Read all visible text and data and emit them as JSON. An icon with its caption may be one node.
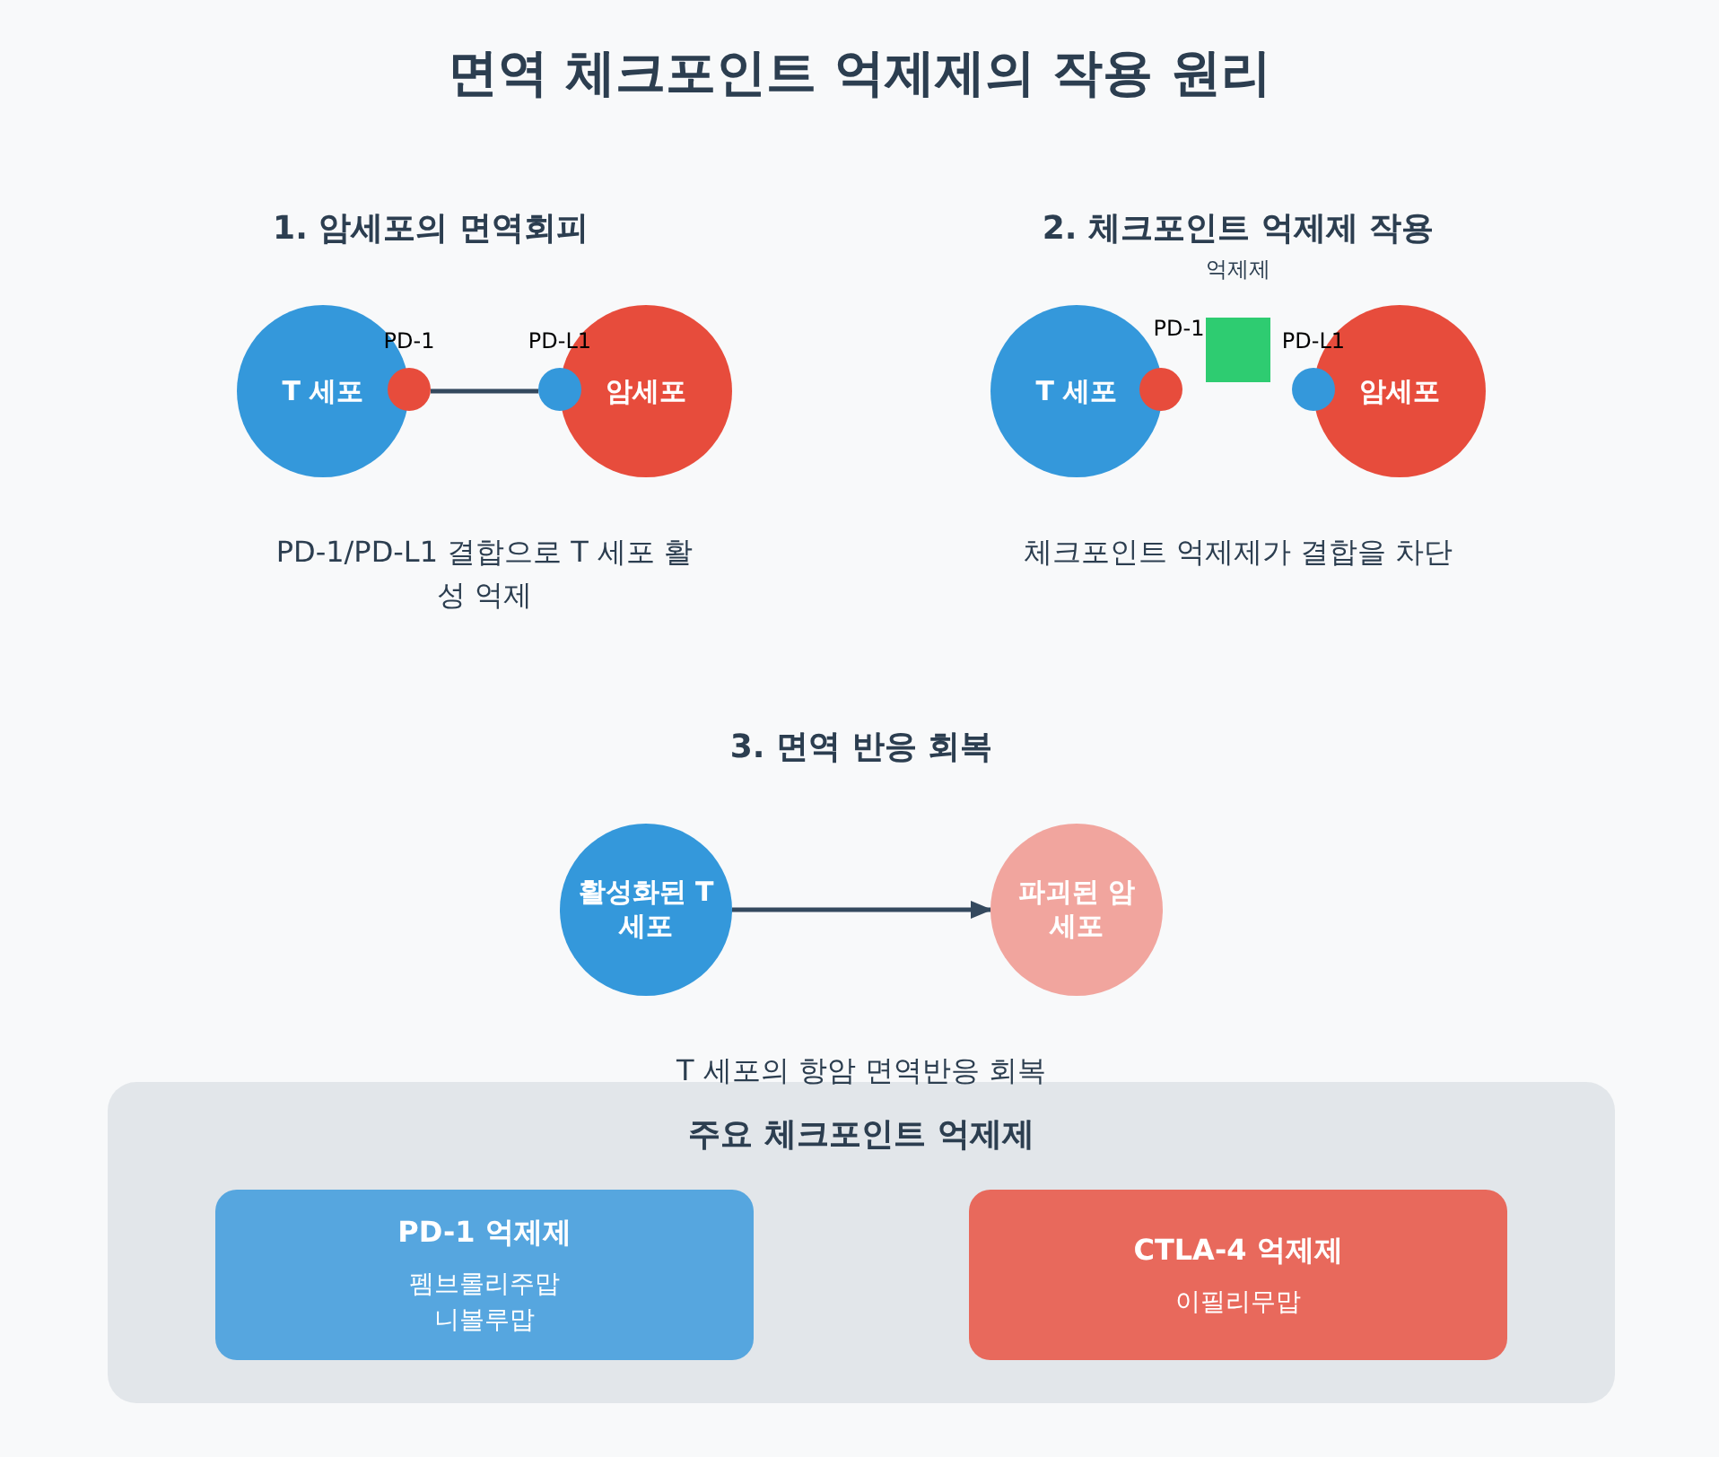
{
  "diagram": {
    "title": "면역 체크포인트 억제제의 작용 원리",
    "nodes": [
      {
        "text": [
          "T 세포"
        ]
      },
      {
        "text": [
          "PD-1"
        ]
      },
      {
        "text": [
          "PD-L1"
        ]
      },
      {
        "text": [
          "암세포"
        ]
      },
      {
        "text": [
          "T 세포"
        ]
      },
      {
        "text": [
          "PD-1"
        ]
      },
      {
        "text": [
          "억제제"
        ]
      },
      {
        "text": [
          "PD-L1"
        ]
      },
      {
        "text": [
          "암세포"
        ]
      },
      {
        "text": [
          "활성화된 T 세포"
        ]
      },
      {
        "text": [
          "파괴된 암세포"
        ]
      },
      {
        "text": [
          "주요 체크포인트 억제제"
        ]
      },
      {
        "text": [
          "PD-1 억제제",
          "펨브롤리주맙 니볼루맙"
        ],
        "in": 11
      },
      {
        "text": [
          "CTLA-4 억제제",
          "이필리무맙"
        ],
        "in": 11
      }
    ],
    "edges": [
      {
        "from": 1,
        "to": 2,
        "arrow": "none"
      },
      {
        "from": 9,
        "to": 10,
        "arrow": "to"
      }
    ],
    "labels": [
      "1. 암세포의 면역회피",
      "2. 체크포인트 억제제 작용",
      "PD-1/PD-L1 결합으로 T 세포 활성 억제",
      "체크포인트 억제제가 결합을 차단",
      "3. 면역 반응 회복",
      "T 세포의 항암 면역반응 회복"
    ]
  }
}
